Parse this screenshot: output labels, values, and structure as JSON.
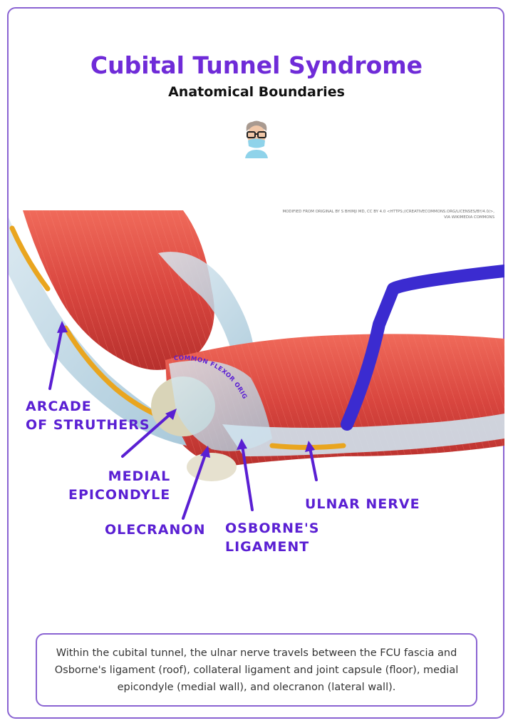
{
  "title": "Cubital Tunnel Syndrome",
  "subtitle": "Anatomical Boundaries",
  "credit": "MODIFIED FROM ORIGINAL BY S BHIMJI MD, CC BY 4.0 <HTTPS://CREATIVECOMMONS.ORG/LICENSES/BY/4.0/>, VIA WIKIMEDIA COMMONS",
  "labels": {
    "common_flexor_origin": "COMMON FLEXOR ORIGIN",
    "arcade_of_struthers": "ARCADE\nOF STRUTHERS",
    "medial_epicondyle": "MEDIAL\nEPICONDYLE",
    "olecranon": "OLECRANON",
    "osbornes_ligament": "OSBORNE'S\nLIGAMENT",
    "ulnar_nerve": "ULNAR NERVE"
  },
  "caption": "Within the cubital tunnel, the ulnar nerve travels between the FCU fascia and Osborne's ligament (roof), collateral ligament and joint capsule (floor), medial epicondyle (medial wall), and olecranon (lateral wall).",
  "colors": {
    "accent": "#6f2bd8",
    "label": "#5a1fd3",
    "border": "#8a63d2",
    "muscle": "#d9463f",
    "nerve": "#e9a51f",
    "fascia": "#bfd9e6",
    "retractor": "#3b2bd0"
  },
  "icons": {
    "avatar": "doctor-avatar-icon"
  }
}
